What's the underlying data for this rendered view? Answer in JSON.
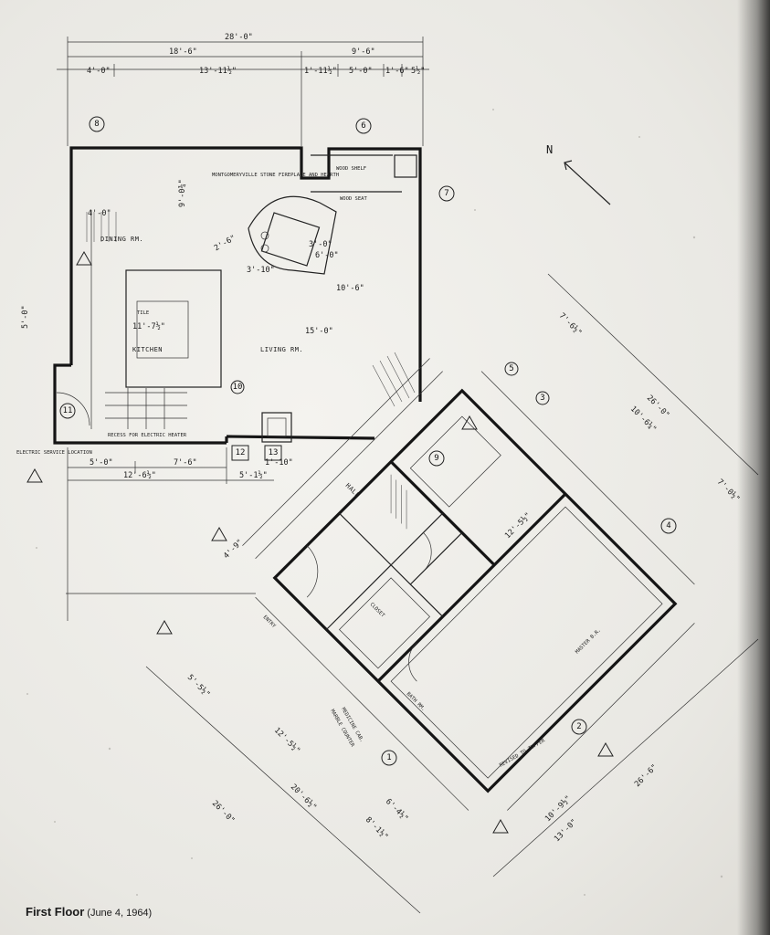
{
  "caption": {
    "title": "First Floor",
    "date": "(June 4, 1964)"
  },
  "north_label": "N",
  "dimensions": {
    "overall_width": "28'-0\"",
    "top_left_span": "18'-6\"",
    "top_right_span": "9'-6\"",
    "seg_a": "4'-0\"",
    "seg_b": "13'-11½\"",
    "seg_c": "1'-11½\"",
    "seg_d": "5'-0\"",
    "seg_e": "1'-6\"",
    "seg_f": "5½\"",
    "dining_height": "9'-0¾\"",
    "dining_left": "4'-0\"",
    "living_width": "15'-0\"",
    "living_inner": "10'-6\"",
    "kitchen_width": "11'-7½\"",
    "fire_a": "2'-6\"",
    "fire_b": "3'-10\"",
    "fire_c": "3'-0\"",
    "fire_d": "6'-0\"",
    "bottom_a": "5'-0\"",
    "bottom_b": "7'-6\"",
    "bottom_c": "12'-6½\"",
    "bottom_d": "5'-1½\"",
    "bottom_e": "1'-10\"",
    "left_a": "5'-0\"",
    "wing_a": "7'-6½\"",
    "wing_b": "26'-0\"",
    "wing_c": "10'-6¼\"",
    "wing_d": "7'-0½\"",
    "wing_e": "12'-5½\"",
    "wing_f": "26'-0\"",
    "wing_g": "20'-6½\"",
    "wing_h": "12'-5½\"",
    "wing_i": "6'-4½\"",
    "wing_j": "8'-1½\"",
    "wing_k": "10'-9½\"",
    "wing_l": "13'-0\"",
    "wing_m": "26'-6\"",
    "wing_n": "4'-9\"",
    "wing_o": "5'-5½\""
  },
  "rooms": {
    "dining": "DINING RM.",
    "kitchen": "KITCHEN",
    "living": "LIVING RM.",
    "hall": "HALL",
    "entry": "ENTRY",
    "bath": "BATH RM.",
    "master": "MASTER B.R.",
    "closet": "CLOSET",
    "tile": "TILE"
  },
  "notes": {
    "fireplace": "MONTGOMERYVILLE STONE FIREPLACE AND HEARTH",
    "wood_shelf": "WOOD SHELF",
    "wood_seat": "WOOD SEAT",
    "electric": "ELECTRIC SERVICE LOCATION",
    "recess": "RECESS FOR ELECTRIC HEATER",
    "revised": "REVISED TO TUFFER",
    "marble": "MARBLE COUNTER",
    "medicine": "MEDICINE CAB."
  },
  "markers": [
    "8",
    "6",
    "7",
    "10",
    "11",
    "12",
    "13",
    "9",
    "5",
    "3",
    "4",
    "1",
    "2"
  ]
}
